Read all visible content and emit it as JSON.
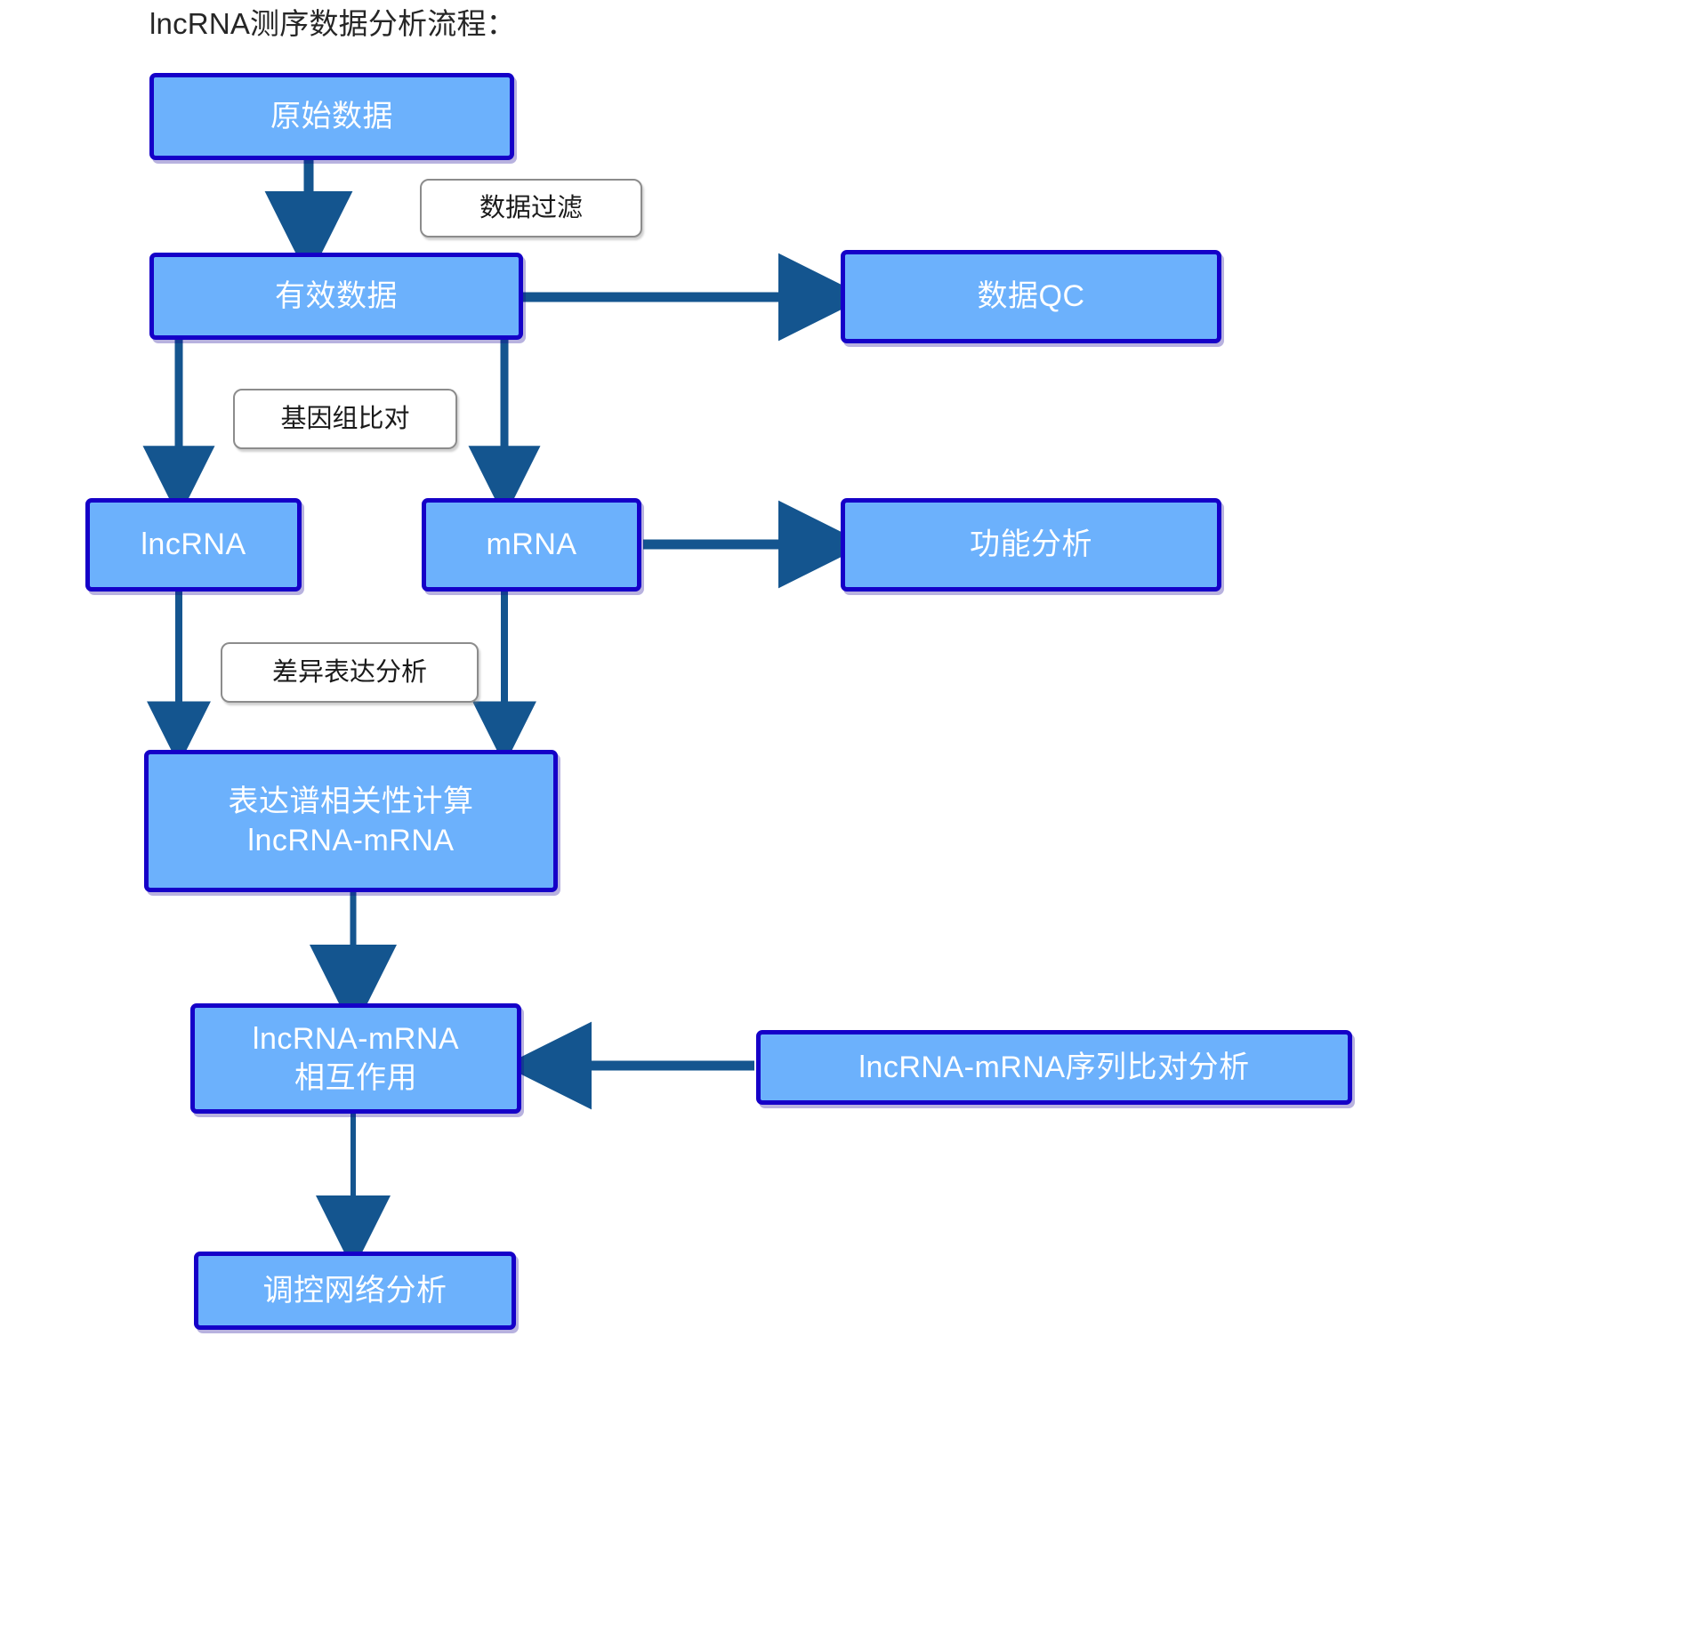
{
  "title": "lncRNA测序数据分析流程：",
  "theme": {
    "node_fill": "#6cb1fc",
    "node_border": "#1500c8",
    "node_text": "#ffffff",
    "label_border": "#8c8c8c",
    "label_text": "#1a1a1a",
    "arrow": "#14558f",
    "background": "#ffffff"
  },
  "nodes": {
    "raw_data": {
      "label": "原始数据"
    },
    "valid_data": {
      "label": "有效数据"
    },
    "data_qc": {
      "label": "数据QC"
    },
    "lncrna": {
      "label": "lncRNA"
    },
    "mrna": {
      "label": "mRNA"
    },
    "function_analysis": {
      "label": "功能分析"
    },
    "correlation": {
      "label": "表达谱相关性计算\nlncRNA-mRNA"
    },
    "interaction": {
      "label": "lncRNA-mRNA\n相互作用"
    },
    "sequence_align": {
      "label": "lncRNA-mRNA序列比对分析"
    },
    "network": {
      "label": "调控网络分析"
    }
  },
  "edge_labels": {
    "data_filter": {
      "label": "数据过滤"
    },
    "genome_align": {
      "label": "基因组比对"
    },
    "diff_expression": {
      "label": "差异表达分析"
    }
  },
  "edges": [
    {
      "from": "raw_data",
      "to": "valid_data",
      "label": "数据过滤"
    },
    {
      "from": "valid_data",
      "to": "data_qc",
      "label": ""
    },
    {
      "from": "valid_data",
      "to": "lncrna",
      "label": "基因组比对"
    },
    {
      "from": "valid_data",
      "to": "mrna",
      "label": "基因组比对"
    },
    {
      "from": "mrna",
      "to": "function_analysis",
      "label": ""
    },
    {
      "from": "lncrna",
      "to": "correlation",
      "label": "差异表达分析"
    },
    {
      "from": "mrna",
      "to": "correlation",
      "label": "差异表达分析"
    },
    {
      "from": "correlation",
      "to": "interaction",
      "label": ""
    },
    {
      "from": "sequence_align",
      "to": "interaction",
      "label": ""
    },
    {
      "from": "interaction",
      "to": "network",
      "label": ""
    }
  ]
}
